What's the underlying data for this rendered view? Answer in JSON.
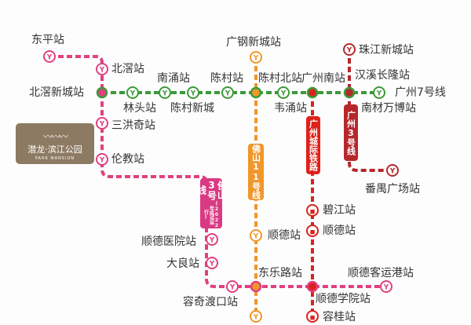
{
  "colors": {
    "foshan3": "#e0407e",
    "gz7": "#3a9a3a",
    "foshan11": "#f0962a",
    "intercity": "#d9231e",
    "gz3": "#b5282c",
    "logo_bg": "#8d7a63"
  },
  "lines": {
    "foshan3": {
      "label": "佛山3号线",
      "note": "(2022年底试运行)"
    },
    "gz7": {
      "label": "广州7号线"
    },
    "foshan11": {
      "label": "佛山11号线"
    },
    "intercity": {
      "label": "广州城际铁路"
    },
    "gz3": {
      "label": "广州3号线"
    }
  },
  "stations": {
    "dongping": "东平站",
    "beijiao": "北滘站",
    "beijiao_xincheng": "北滘新城站",
    "sanhongqi": "三洪奇站",
    "lunjiao": "伦教站",
    "nanchong": "南涌站",
    "lintou": "林头站",
    "chencun_xincheng": "陈村新城",
    "chencun": "陈村站",
    "chencun_bei": "陈村北站",
    "guanggang": "广钢新城站",
    "weichong": "韦涌站",
    "guangzhou_nan": "广州南站",
    "hanxi": "汉溪长隆站",
    "zhujiang": "珠江新城站",
    "nancai": "南材万博站",
    "panyu": "番禺广场站",
    "bijiang": "碧江站",
    "shunde_ic": "顺德站",
    "shunde_11": "顺德站",
    "shunde_hospital": "顺德医院站",
    "daliang": "大良站",
    "rongqi": "容奇渡口站",
    "dongle": "东乐路站",
    "shunde_college": "顺德学院站",
    "shunde_port": "顺德客运港站",
    "ronggui": "容桂站"
  },
  "logo": {
    "name": "潜龙·滨江公园",
    "subtitle": "PARK MANSION"
  }
}
